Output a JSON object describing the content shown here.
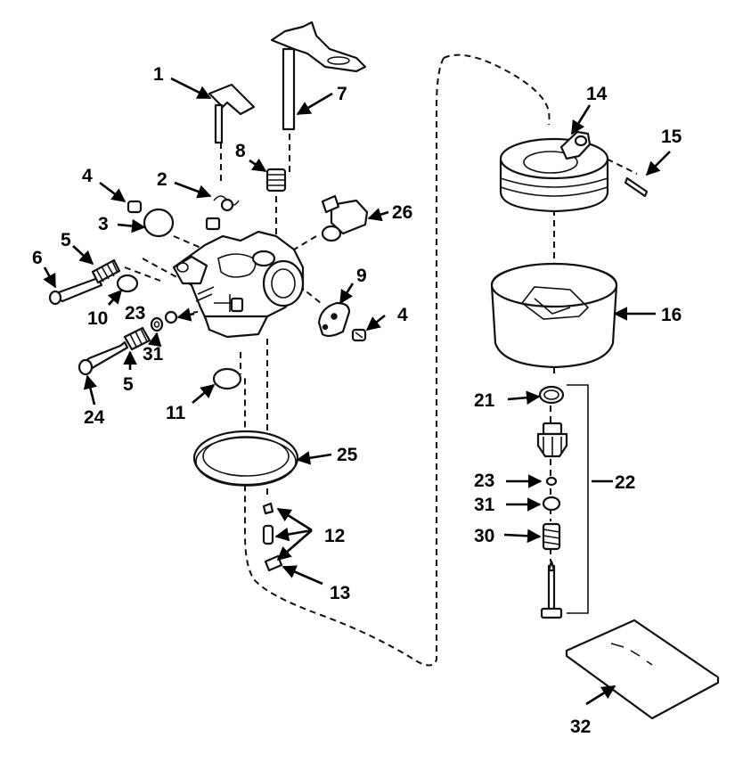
{
  "callouts": [
    {
      "id": "c1",
      "label": "1"
    },
    {
      "id": "c2",
      "label": "2"
    },
    {
      "id": "c3",
      "label": "3"
    },
    {
      "id": "c4a",
      "label": "4"
    },
    {
      "id": "c4b",
      "label": "4"
    },
    {
      "id": "c5a",
      "label": "5"
    },
    {
      "id": "c5b",
      "label": "5"
    },
    {
      "id": "c6",
      "label": "6"
    },
    {
      "id": "c7",
      "label": "7"
    },
    {
      "id": "c8",
      "label": "8"
    },
    {
      "id": "c9",
      "label": "9"
    },
    {
      "id": "c10",
      "label": "10"
    },
    {
      "id": "c11",
      "label": "11"
    },
    {
      "id": "c12",
      "label": "12"
    },
    {
      "id": "c13",
      "label": "13"
    },
    {
      "id": "c14",
      "label": "14"
    },
    {
      "id": "c15",
      "label": "15"
    },
    {
      "id": "c16",
      "label": "16"
    },
    {
      "id": "c21",
      "label": "21"
    },
    {
      "id": "c22",
      "label": "22"
    },
    {
      "id": "c23a",
      "label": "23"
    },
    {
      "id": "c23b",
      "label": "23"
    },
    {
      "id": "c24",
      "label": "24"
    },
    {
      "id": "c25",
      "label": "25"
    },
    {
      "id": "c26",
      "label": "26"
    },
    {
      "id": "c30",
      "label": "30"
    },
    {
      "id": "c31a",
      "label": "31"
    },
    {
      "id": "c31b",
      "label": "31"
    },
    {
      "id": "c32",
      "label": "32"
    }
  ],
  "colors": {
    "line": "#111111",
    "background": "#ffffff"
  }
}
